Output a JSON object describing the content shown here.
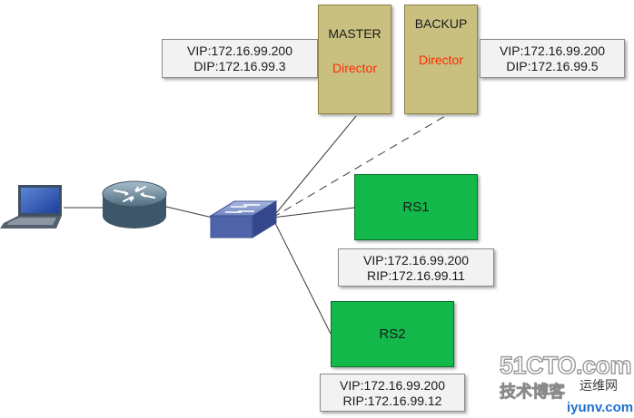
{
  "master": {
    "role": "MASTER",
    "kind": "Director",
    "vip": "VIP:172.16.99.200",
    "dip": "DIP:172.16.99.3"
  },
  "backup": {
    "role": "BACKUP",
    "kind": "Director",
    "vip": "VIP:172.16.99.200",
    "dip": "DIP:172.16.99.5"
  },
  "rs1": {
    "label": "RS1",
    "vip": "VIP:172.16.99.200",
    "rip": "RIP:172.16.99.11"
  },
  "rs2": {
    "label": "RS2",
    "vip": "VIP:172.16.99.200",
    "rip": "RIP:172.16.99.12"
  },
  "watermark": {
    "site": "51CTO.com",
    "tagline": "技术博客",
    "sub": "运维网",
    "url": "iyunv.com"
  },
  "colors": {
    "director": "#c9c07f",
    "server": "#13b84a",
    "director_text": "#ff2a00"
  }
}
